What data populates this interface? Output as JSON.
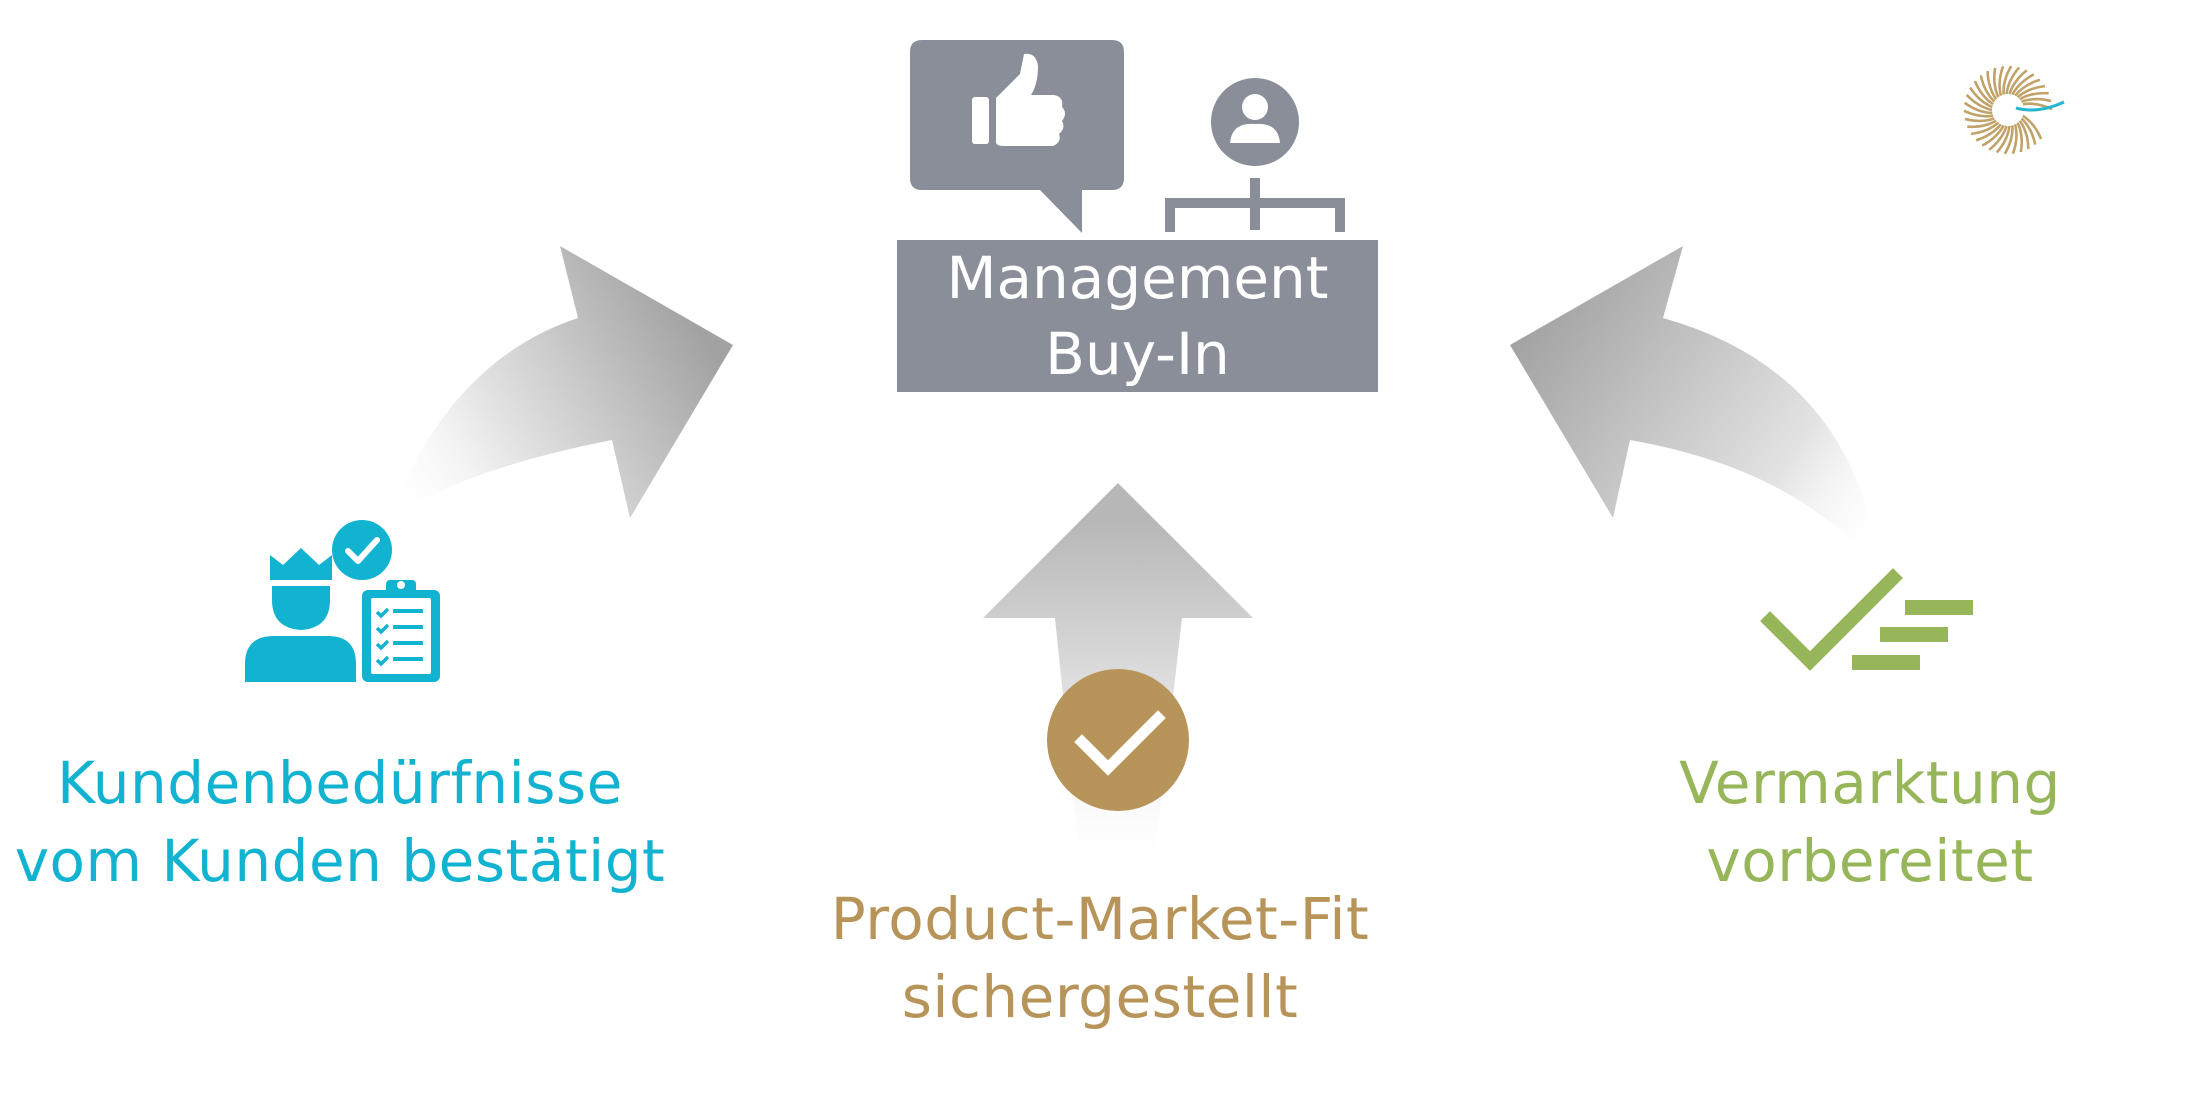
{
  "colors": {
    "management_gray": "#8a8e98",
    "customer_cyan": "#12b3d0",
    "pmf_gold": "#b7955a",
    "marketing_green": "#97b65a",
    "arrow_gray": "#a7a7a7",
    "logo_gold": "#c1a268",
    "logo_cyan": "#27b6cf"
  },
  "management": {
    "line1": "Management",
    "line2": "Buy-In",
    "icons": [
      "thumbs-up-speech-bubble-icon",
      "org-chart-person-icon"
    ]
  },
  "customer": {
    "line1": "Kundenbedürfnisse",
    "line2": "vom Kunden bestätigt",
    "icon": "crowned-customer-checklist-icon"
  },
  "pmf": {
    "line1": "Product-Market-Fit",
    "line2": "sichergestellt",
    "icon": "check-circle-icon"
  },
  "marketing": {
    "line1": "Vermarktung",
    "line2": "vorbereitet",
    "icon": "check-list-lines-icon"
  },
  "logo": {
    "icon": "radial-sun-logo-icon"
  }
}
